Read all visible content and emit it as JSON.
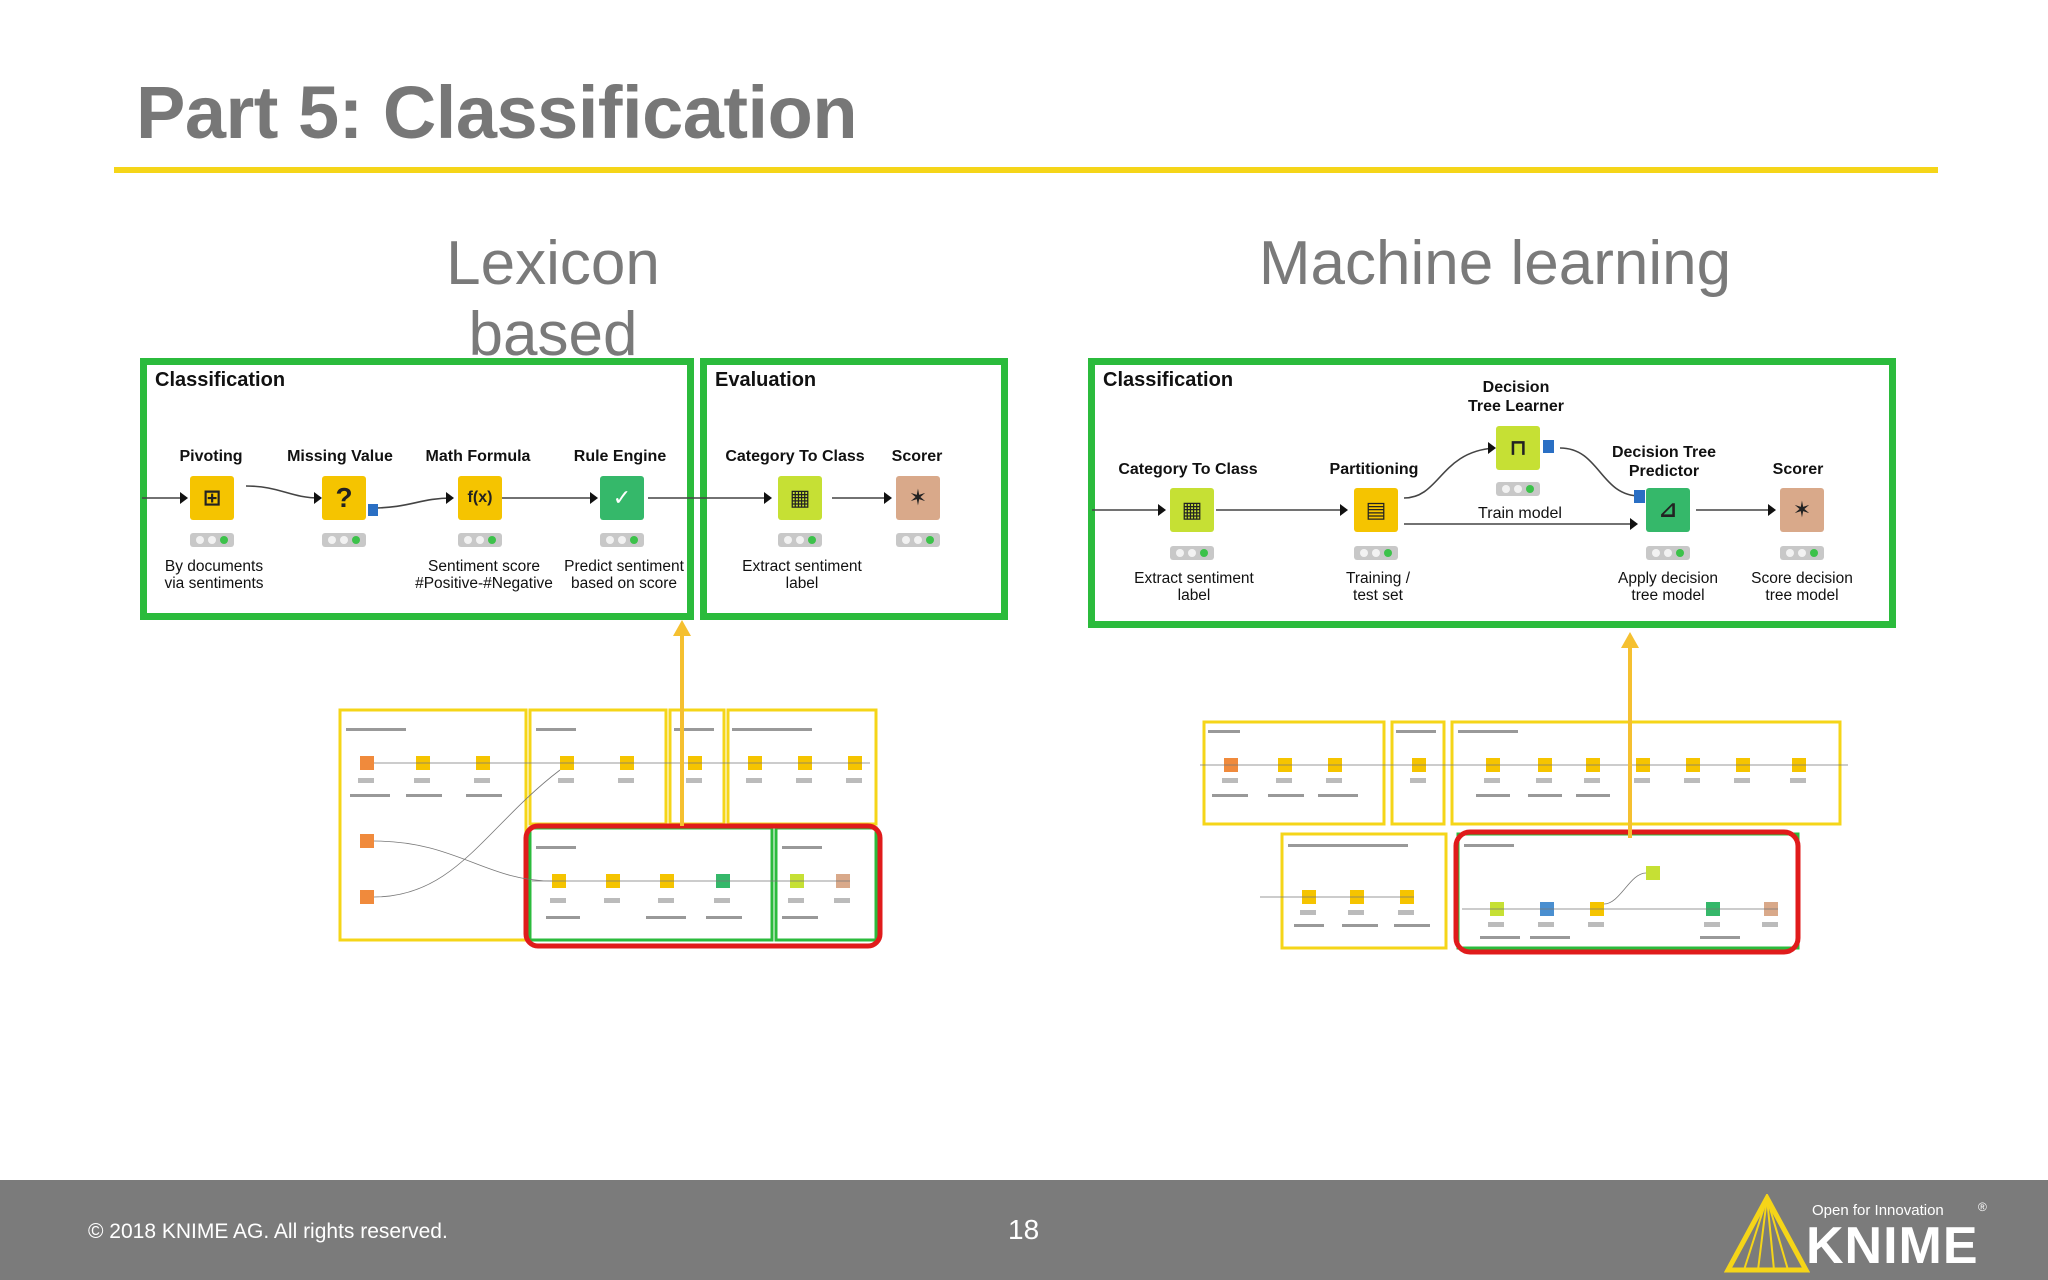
{
  "slide": {
    "title": "Part 5: Classification",
    "left_heading": "Lexicon based",
    "right_heading": "Machine learning"
  },
  "lexicon": {
    "classification_panel": {
      "label": "Classification",
      "nodes": [
        {
          "title": "Pivoting",
          "icon": "pivot-icon",
          "glyph": "⊞",
          "color": "#f5c400",
          "caption": "By documents\nvia sentiments"
        },
        {
          "title": "Missing Value",
          "icon": "missing-value-icon",
          "glyph": "?",
          "color": "#f5c400",
          "caption": ""
        },
        {
          "title": "Math Formula",
          "icon": "math-formula-icon",
          "glyph": "f(x)",
          "color": "#f5c400",
          "caption": "Sentiment score\n#Positive-#Negative"
        },
        {
          "title": "Rule Engine",
          "icon": "rule-engine-icon",
          "glyph": "✓",
          "color": "#35b86a",
          "caption": "Predict sentiment\nbased on score"
        }
      ]
    },
    "evaluation_panel": {
      "label": "Evaluation",
      "nodes": [
        {
          "title": "Category To Class",
          "icon": "category-to-class-icon",
          "glyph": "▦",
          "color": "#c6e034",
          "caption": "Extract sentiment\nlabel"
        },
        {
          "title": "Scorer",
          "icon": "scorer-icon",
          "glyph": "✶",
          "color": "#d9a98a",
          "caption": ""
        }
      ]
    }
  },
  "ml": {
    "classification_panel": {
      "label": "Classification",
      "nodes": [
        {
          "title": "Category To Class",
          "icon": "category-to-class-icon",
          "glyph": "▦",
          "color": "#c6e034",
          "caption": "Extract sentiment\nlabel"
        },
        {
          "title": "Partitioning",
          "icon": "partitioning-icon",
          "glyph": "▤",
          "color": "#f5c400",
          "caption": "Training /\ntest set"
        },
        {
          "title": "Decision\nTree Learner",
          "icon": "decision-tree-learner-icon",
          "glyph": "⊓",
          "color": "#c6e034",
          "caption": "Train model"
        },
        {
          "title": "Decision Tree\nPredictor",
          "icon": "decision-tree-predictor-icon",
          "glyph": "⊿",
          "color": "#35b86a",
          "caption": "Apply decision\ntree model"
        },
        {
          "title": "Scorer",
          "icon": "scorer-icon",
          "glyph": "✶",
          "color": "#d9a98a",
          "caption": "Score decision\ntree model"
        }
      ]
    }
  },
  "colors": {
    "panel_green": "#2bbb3c",
    "rule_yellow": "#f5d518",
    "arrow_yellow": "#f5c030",
    "highlight_red": "#e01b1b",
    "footer_gray": "#7b7b7b"
  },
  "footer": {
    "copyright": "© 2018 KNIME AG. All rights reserved.",
    "page_number": "18",
    "tagline": "Open for Innovation",
    "brand": "KNIME",
    "registered": "®"
  }
}
